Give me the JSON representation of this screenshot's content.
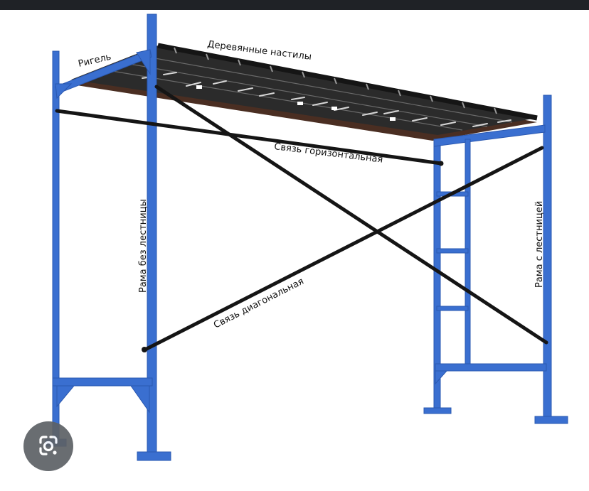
{
  "labels": {
    "rigel": "Ригель",
    "wooden_decks": "Деревянные настилы",
    "horizontal_brace": "Связь горизонтальная",
    "frame_without_ladder": "Рама без лестницы",
    "diagonal_brace": "Связь диагональная",
    "frame_with_ladder": "Рама с лестницей"
  },
  "colors": {
    "frame_blue": "#3a6fd0",
    "frame_blue_dark": "#2a58b0",
    "brace_black": "#151515",
    "deck_dark": "#2a2a2a",
    "deck_brown": "#4a2e22",
    "background": "#ffffff",
    "top_bar": "#1f2226",
    "lens_button_bg": "#5d6166"
  },
  "icons": {
    "lens": "google-lens-icon"
  }
}
